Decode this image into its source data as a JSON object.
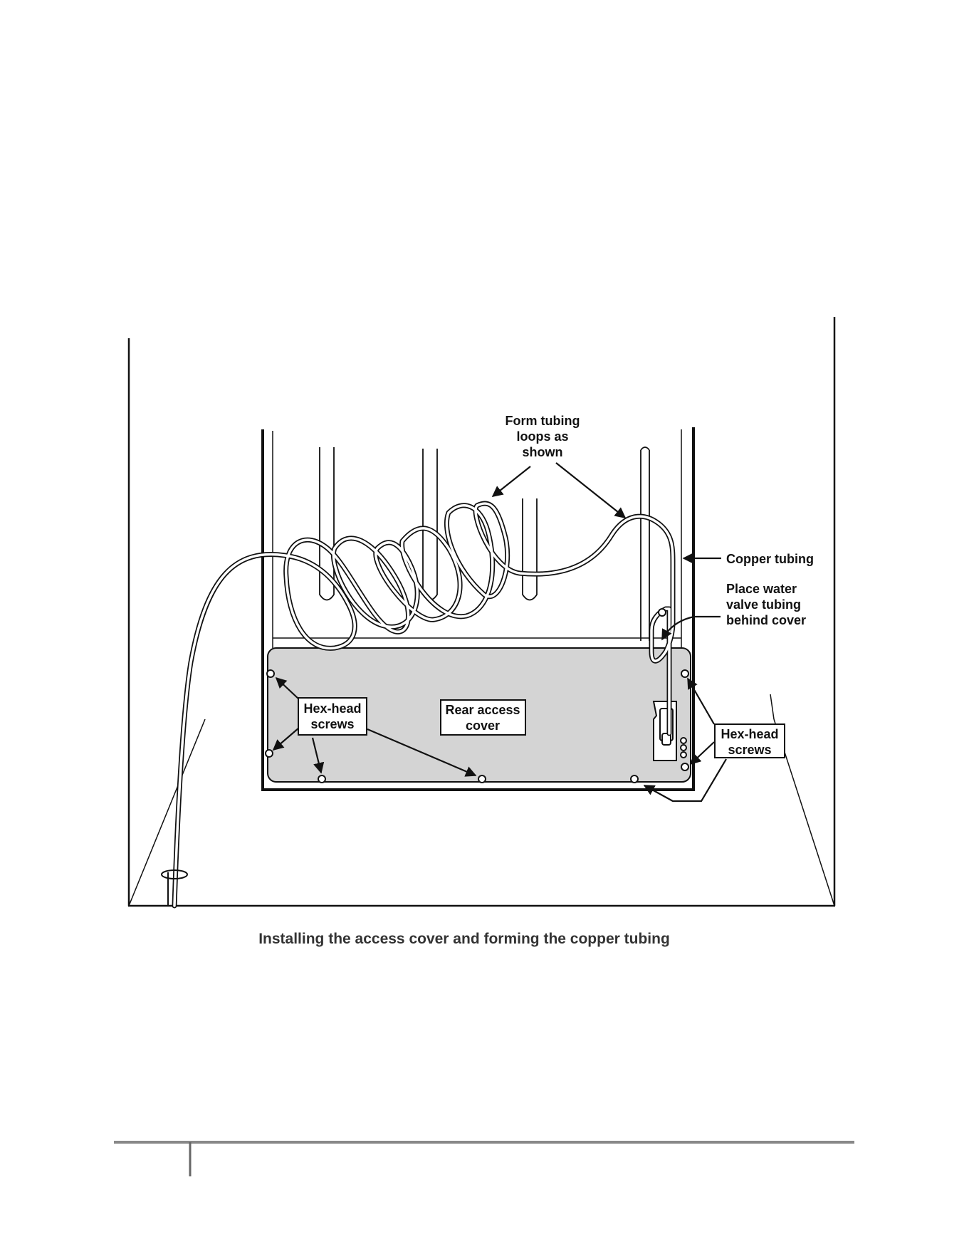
{
  "labels": {
    "form_tubing": [
      "Form tubing",
      "loops as",
      "shown"
    ],
    "copper_tubing": "Copper tubing",
    "place_water": [
      "Place water",
      "valve tubing",
      "behind cover"
    ],
    "hex_left": [
      "Hex-head",
      "screws"
    ],
    "rear_access": [
      "Rear access",
      "cover"
    ],
    "hex_right": [
      "Hex-head",
      "screws"
    ]
  },
  "caption": "Installing the access cover and forming the copper tubing",
  "colors": {
    "cover_fill": "#d4d4d4",
    "line": "#111111",
    "footer_rule": "#888888"
  }
}
